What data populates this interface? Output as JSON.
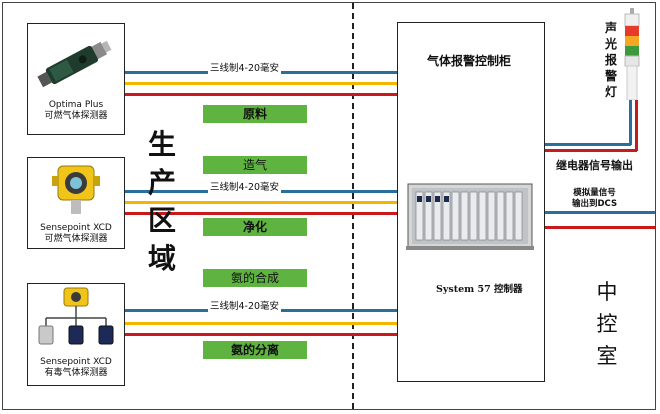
{
  "detectors": [
    {
      "line1": "Optima Plus",
      "line2": "可燃气体探测器"
    },
    {
      "line1": "Sensepoint XCD",
      "line2": "可燃气体探测器"
    },
    {
      "line1": "Sensepoint XCD",
      "line2": "有毒气体探测器"
    }
  ],
  "wire_label": "三线制4-20毫安",
  "stages": [
    "原料",
    "造气",
    "净化",
    "氨的合成",
    "氨的分离"
  ],
  "zone_label": [
    "生",
    "产",
    "区",
    "域"
  ],
  "controller": {
    "title": "气体报警控制柜",
    "system_label": "System  57  控制器"
  },
  "alarm_light": [
    "声",
    "光",
    "报",
    "警",
    "灯"
  ],
  "outputs": {
    "relay": "继电器信号输出",
    "analog_line1": "模拟量信号",
    "analog_line2": "输出到DCS"
  },
  "control_room": [
    "中",
    "控",
    "室"
  ],
  "colors": {
    "blue_wire": "#2a6f9a",
    "yellow_wire": "#f2b600",
    "red_wire": "#c81a1a",
    "stage_green": "#5fb441"
  }
}
